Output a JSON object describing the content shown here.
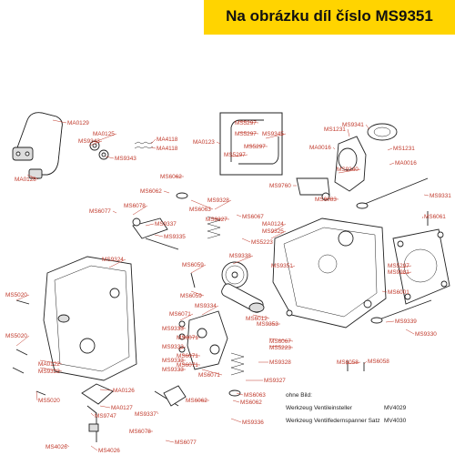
{
  "banner": {
    "title": "Na obrázku díl číslo MS9351"
  },
  "notes": {
    "header": "ohne Bild:",
    "items": [
      {
        "name": "Werkzeug Ventileinsteller",
        "code": "MV4029"
      },
      {
        "name": "Werkzeug Ventilfedernspanner Satz",
        "code": "MV4030"
      }
    ]
  },
  "labels": [
    "MA0129",
    "MS9343",
    "MA0128",
    "MA0125",
    "MS9343",
    "MA4118",
    "MA4118",
    "MA0123",
    "MS5297",
    "MS5297",
    "MS9345",
    "MS5297",
    "MS5297",
    "MS9760",
    "MS1231",
    "MS9341",
    "MA0016",
    "MS1231",
    "MS9340",
    "MA0016",
    "MS6083",
    "MS9331",
    "MS6062",
    "MS6062",
    "MS6063",
    "MS9328",
    "MS6077",
    "MS6078",
    "MS9327",
    "MS6067",
    "MS9337",
    "MS5223",
    "MA0124",
    "MS9325",
    "MS6061",
    "MS9335",
    "MS9338",
    "MS9324",
    "MS6059",
    "MS9351",
    "MS6059",
    "MS5297",
    "MS9981",
    "MS5020",
    "MS9334",
    "MS6071",
    "MS6001",
    "MS6071",
    "MS9333",
    "MS9333",
    "MS6071",
    "MS6012",
    "MS9353",
    "MS9339",
    "MS9330",
    "MS5020",
    "MS6067",
    "MS5223",
    "MS9333",
    "MS6071",
    "MS9328",
    "MS6058",
    "MS6058",
    "MA0122",
    "MS9322",
    "MS9333",
    "MS6071",
    "MS9327",
    "MS5020",
    "MA0126",
    "MS6063",
    "MS6062",
    "MS6062",
    "MA0127",
    "MS9337",
    "MS9336",
    "MS9747",
    "MS6078",
    "MS6077",
    "MS4026",
    "MS4026"
  ]
}
